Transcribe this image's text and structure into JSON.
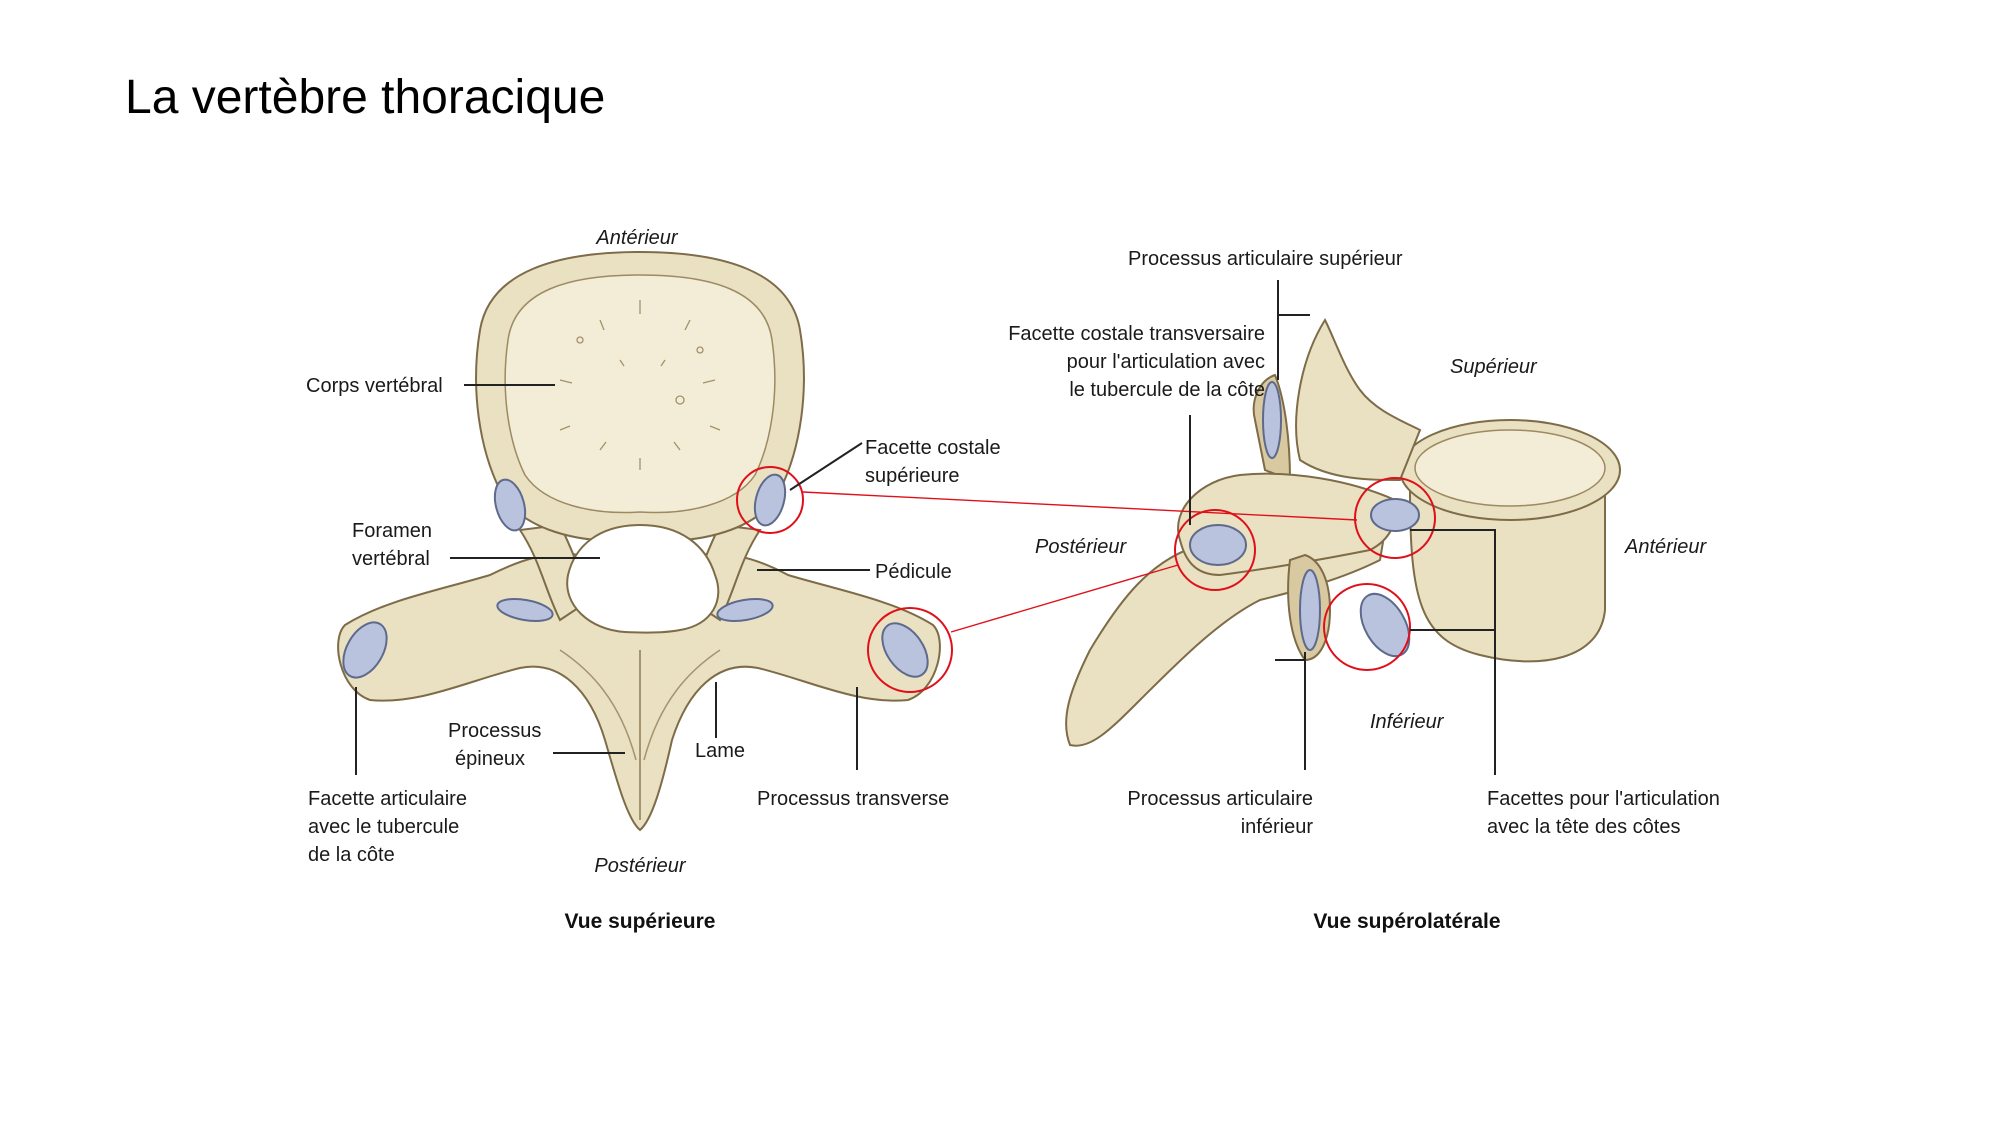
{
  "title": "La vertèbre thoracique",
  "views": {
    "superior": {
      "caption": "Vue supérieure",
      "orient_top": "Antérieur",
      "orient_bottom": "Postérieur",
      "labels": {
        "corps": "Corps vertébral",
        "foramen_1": "Foramen",
        "foramen_2": "vertébral",
        "facette_costale_1": "Facette costale",
        "facette_costale_2": "supérieure",
        "pedicule": "Pédicule",
        "processus_epineux_1": "Processus",
        "processus_epineux_2": "épineux",
        "lame": "Lame",
        "processus_transverse": "Processus transverse",
        "facette_art_1": "Facette articulaire",
        "facette_art_2": "avec le tubercule",
        "facette_art_3": "de la côte"
      }
    },
    "lateral": {
      "caption": "Vue supérolatérale",
      "orient_superior": "Supérieur",
      "orient_posterior": "Postérieur",
      "orient_anterior": "Antérieur",
      "orient_inferior": "Inférieur",
      "labels": {
        "proc_art_sup": "Processus articulaire supérieur",
        "facette_transv_1": "Facette costale transversaire",
        "facette_transv_2": "pour l'articulation avec",
        "facette_transv_3": "le tubercule de la côte",
        "proc_art_inf_1": "Processus articulaire",
        "proc_art_inf_2": "inférieur",
        "facettes_tete_1": "Facettes pour l'articulation",
        "facettes_tete_2": "avec la tête des côtes"
      }
    }
  },
  "colors": {
    "bone": "#eae0c2",
    "facet": "#b9c3de",
    "highlight": "#e0101a"
  }
}
